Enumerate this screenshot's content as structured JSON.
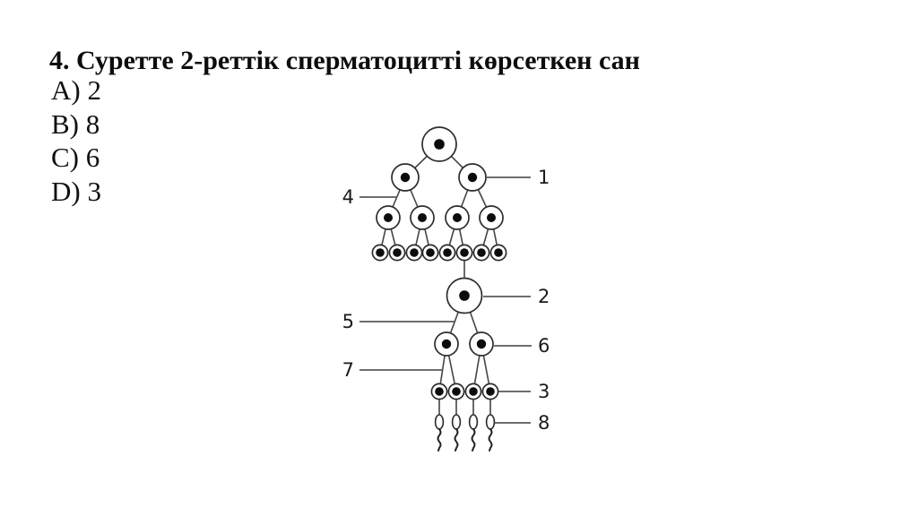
{
  "question": {
    "title": "4. Суретте 2-реттік сперматоцитті көрсеткен сан"
  },
  "options": [
    {
      "letter": "A",
      "value": "2",
      "label": "A) 2"
    },
    {
      "letter": "B",
      "value": "8",
      "label": "B) 8"
    },
    {
      "letter": "C",
      "value": "6",
      "label": "C) 6"
    },
    {
      "letter": "D",
      "value": "3",
      "label": "D) 3"
    }
  ],
  "diagram": {
    "description": "spermatogenesis-lineage-tree",
    "labels": [
      "1",
      "2",
      "3",
      "4",
      "5",
      "6",
      "7",
      "8"
    ],
    "colors": {
      "ink": "#0c0c0c",
      "outline": "#2d2d2d",
      "line": "#5a5a5a",
      "background": "#ffffff"
    }
  }
}
